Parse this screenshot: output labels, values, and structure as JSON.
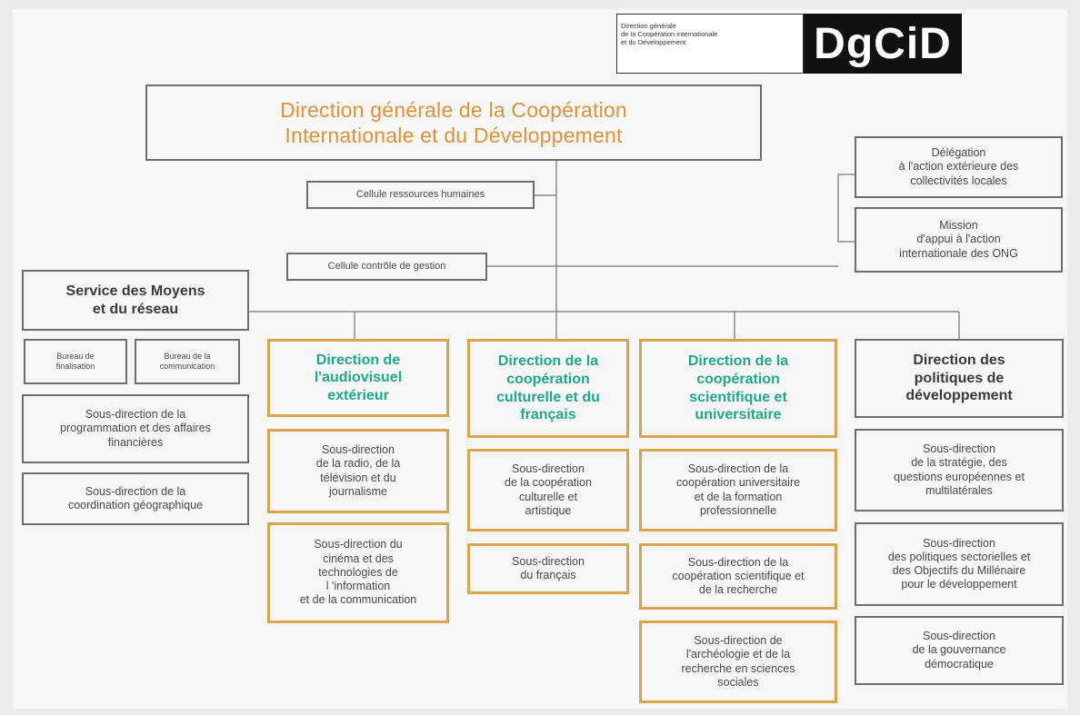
{
  "logo": {
    "caption": "Direction générale\nde la Coopération internationale\net du Développement",
    "mark": "DgCiD"
  },
  "top": {
    "title": "Direction générale de la Coopération\nInternationale et du Développement"
  },
  "cells": {
    "rh": "Cellule ressources humaines",
    "gestion": "Cellule contrôle de gestion"
  },
  "right_units": {
    "delegation": "Délégation\nà l'action extérieure des\ncollectivités locales",
    "mission": "Mission\nd'appui à l'action\ninternationale des ONG"
  },
  "service": {
    "title": "Service des Moyens\net du réseau",
    "bureau_fin": "Bureau de\nfinalisation",
    "bureau_com": "Bureau de la\ncommunication",
    "sd_prog": "Sous-direction de la\nprogrammation et des affaires\nfinancières",
    "sd_coord": "Sous-direction de la\ncoordination géographique"
  },
  "dav": {
    "title": "Direction de\nl'audiovisuel\nextérieur",
    "sd1": "Sous-direction\nde la radio, de la\ntélévision et du\njournalisme",
    "sd2": "Sous-direction du\ncinéma et des\ntechnologies de\nl 'information\net de la communication"
  },
  "dcc": {
    "title": "Direction de la\ncoopération\nculturelle et du\nfrançais",
    "sd1": "Sous-direction\nde la coopération\nculturelle et\nartistique",
    "sd2": "Sous-direction\ndu français"
  },
  "dcs": {
    "title": "Direction de la\ncoopération\nscientifique et\nuniversitaire",
    "sd1": "Sous-direction de la\ncoopération universitaire\net de la formation\nprofessionnelle",
    "sd2": "Sous-direction de la\ncoopération scientifique et\nde la recherche",
    "sd3": "Sous-direction de\nl'archéologie et de la\nrecherche en sciences\nsociales"
  },
  "dpd": {
    "title": "Direction des\npolitiques de\ndéveloppement",
    "sd1": "Sous-direction\nde la stratégie, des\nquestions européennes et\nmultilatérales",
    "sd2": "Sous-direction\ndes politiques sectorielles et\ndes Objectifs du Millénaire\npour le développement",
    "sd3": "Sous-direction\nde la gouvernance\ndémocratique"
  },
  "colors": {
    "accent_orange": "#e0913a",
    "box_orange": "#d9a450",
    "teal": "#1fa88a",
    "border_grey": "#6e6e6e"
  }
}
